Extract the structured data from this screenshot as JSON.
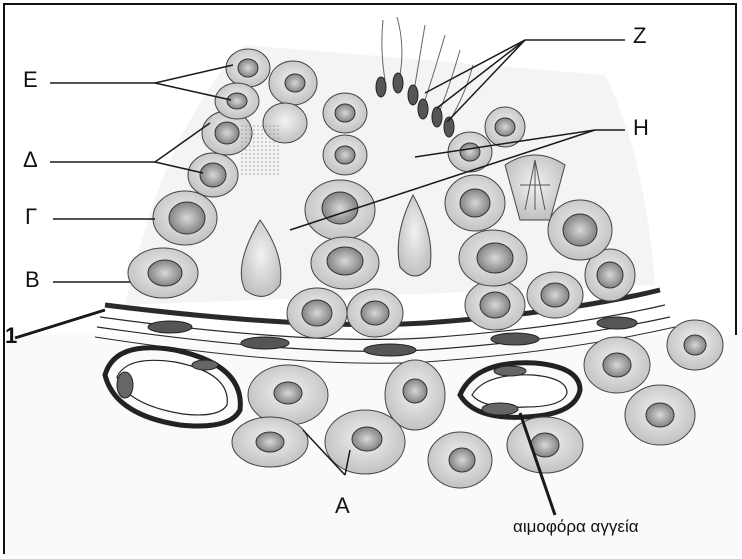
{
  "labels": {
    "E": "Ε",
    "Delta": "Δ",
    "Gamma": "Γ",
    "B": "Β",
    "Z": "Ζ",
    "H": "Η",
    "A": "Α",
    "one": "1"
  },
  "caption_vessels": "αιμοφόρα αγγεία",
  "colors": {
    "cell_fill": "#c8c8c8",
    "cell_light": "#e6e6e6",
    "nucleus": "#9a9a9a",
    "membrane": "#3a3a3a",
    "line": "#1a1a1a"
  }
}
